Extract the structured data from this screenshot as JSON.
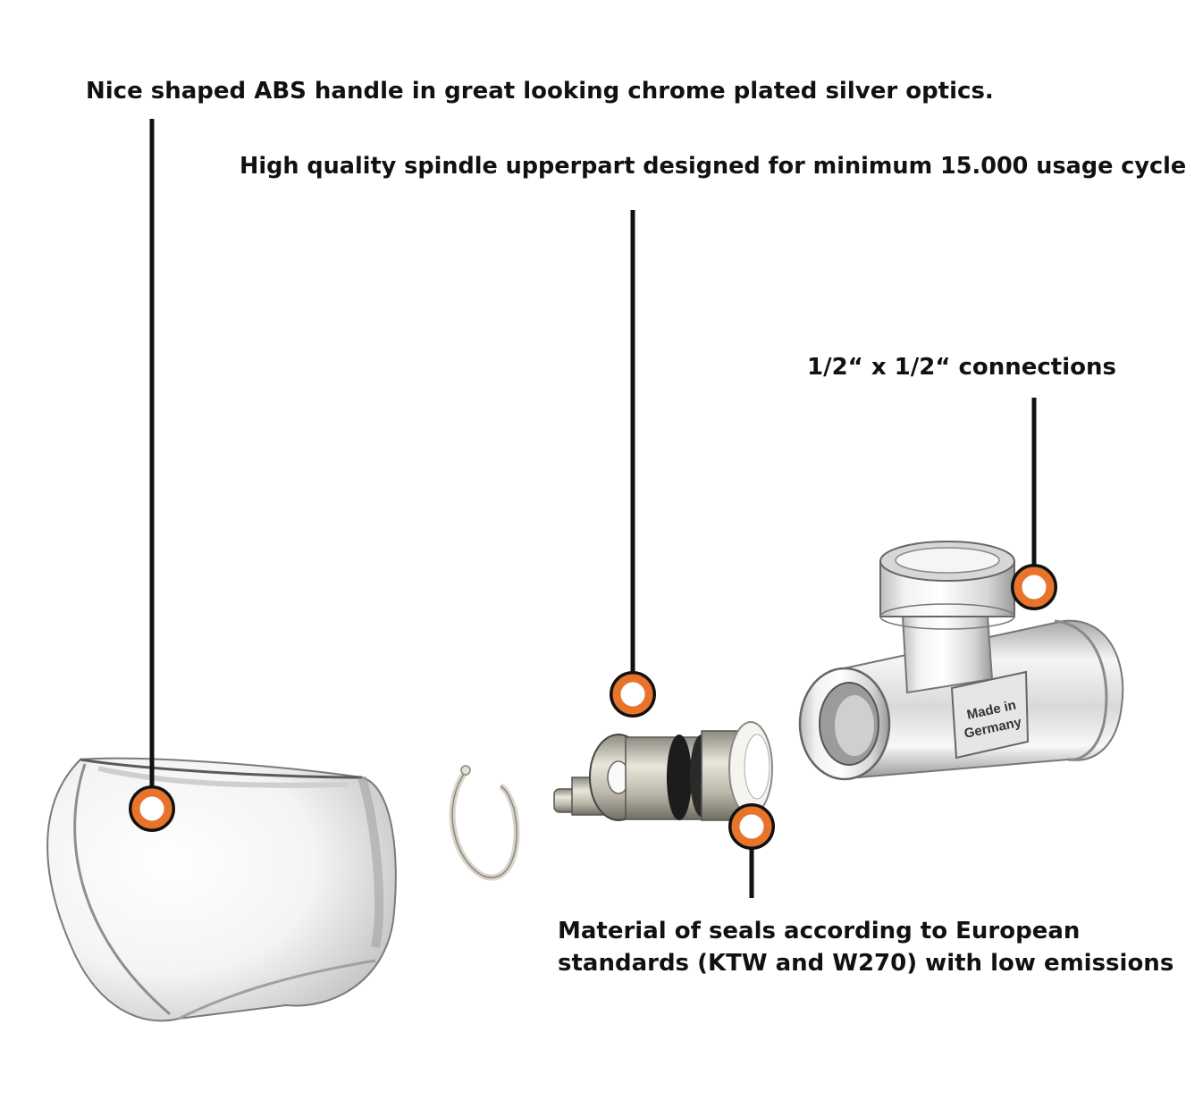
{
  "callouts": {
    "handle": "Nice shaped ABS handle in great looking chrome plated silver optics.",
    "spindle": "High quality spindle upperpart designed for minimum 15.000 usage cycle",
    "connections": "1/2“ x 1/2“ connections",
    "seals_line1": "Material of seals according to European",
    "seals_line2": "standards (KTW and W270) with low emissions"
  },
  "valve_body": {
    "stamp_line1": "Made in",
    "stamp_line2": "Germany"
  },
  "colors": {
    "marker_ring": "#e8742c",
    "leader_line": "#111111",
    "text": "#111111"
  }
}
